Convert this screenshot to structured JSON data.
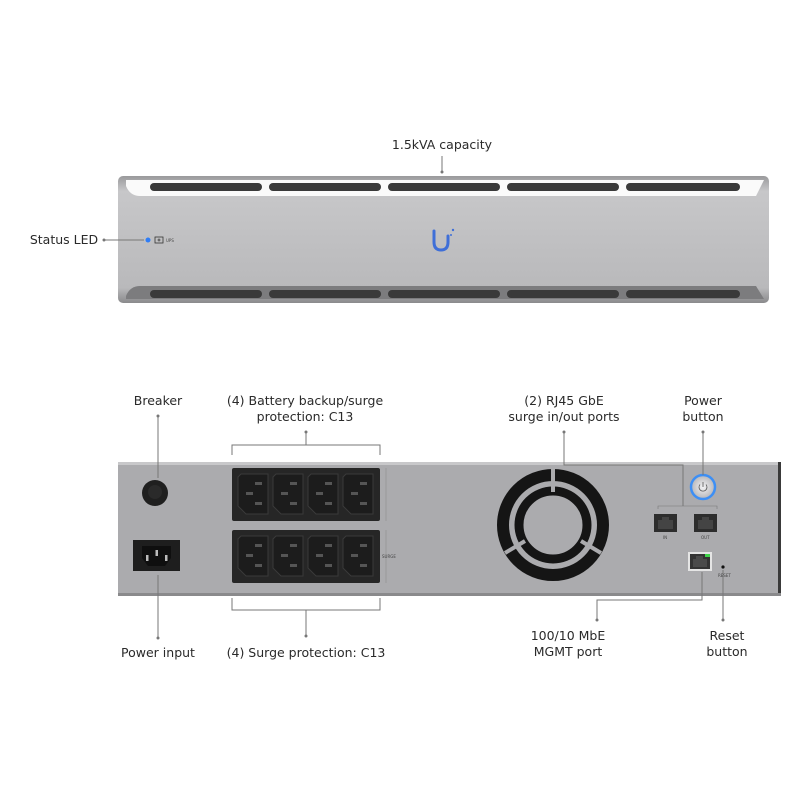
{
  "front": {
    "capacity_label": "1.5kVA capacity",
    "status_led_label": "Status LED",
    "led_caption": "UPS",
    "led_color": "#2f7df6"
  },
  "rear": {
    "breaker_label": "Breaker",
    "battery_outlets_label_line1": "(4) Battery backup/surge",
    "battery_outlets_label_line2": "protection: C13",
    "rj45_label_line1": "(2) RJ45 GbE",
    "rj45_label_line2": "surge in/out ports",
    "power_button_label_line1": "Power",
    "power_button_label_line2": "button",
    "power_input_label": "Power input",
    "surge_outlets_label": "(4) Surge protection: C13",
    "mgmt_label_line1": "100/10 MbE",
    "mgmt_label_line2": "MGMT port",
    "reset_label_line1": "Reset",
    "reset_label_line2": "button",
    "port_in": "IN",
    "port_out": "OUT",
    "reset_caption": "RESET",
    "surge_caption": "SURGE",
    "power_button_ring_color": "#3d8ff5",
    "mgmt_link_color": "#3fd24a"
  }
}
